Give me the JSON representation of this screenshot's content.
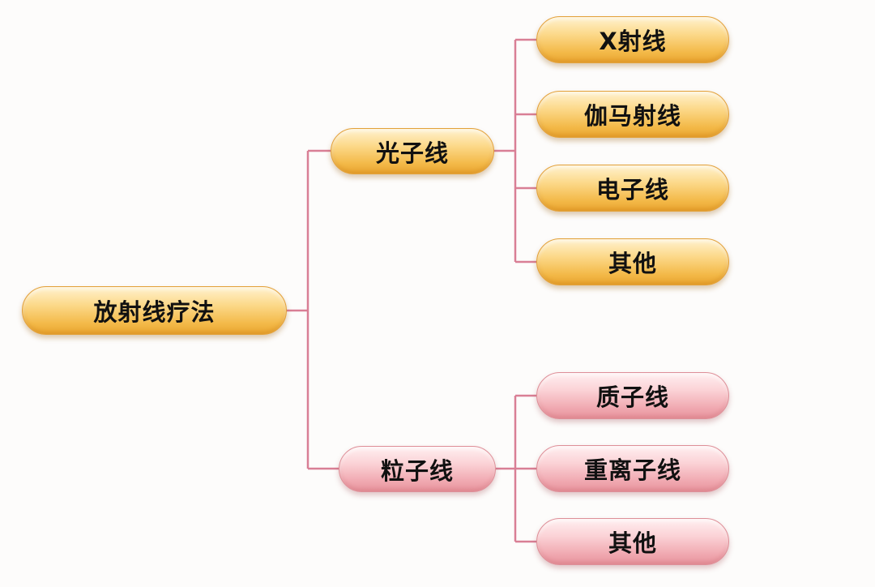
{
  "diagram": {
    "line_color": "#d97f95",
    "root": {
      "label": "放射线疗法"
    },
    "branches": [
      {
        "label": "光子线",
        "color": "orange",
        "children": [
          {
            "label": "X射线"
          },
          {
            "label": "伽马射线"
          },
          {
            "label": "电子线"
          },
          {
            "label": "其他"
          }
        ]
      },
      {
        "label": "粒子线",
        "color": "pink",
        "children": [
          {
            "label": "质子线"
          },
          {
            "label": "重离子线"
          },
          {
            "label": "其他"
          }
        ]
      }
    ]
  }
}
